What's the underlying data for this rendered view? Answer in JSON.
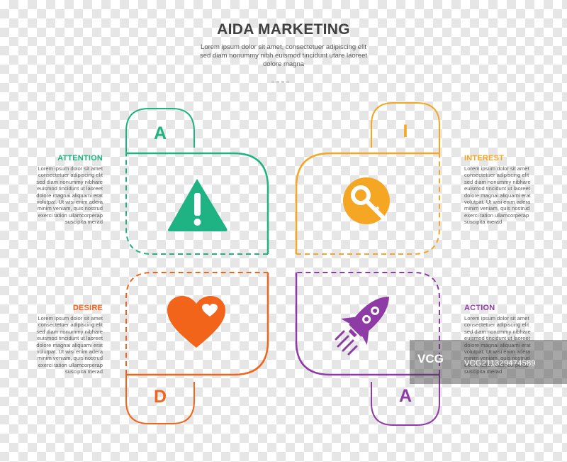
{
  "header": {
    "title": "AIDA MARKETING",
    "subtitle": "Lorem ipsum dolor sit amet, consectetuer adipiscing elit sed diam nonummy nibh euismod tincidunt utare laoreet dolore magna"
  },
  "colors": {
    "attention": "#1fb384",
    "interest": "#f5a623",
    "desire": "#f26419",
    "action": "#8e3ba6"
  },
  "steps": {
    "attention": {
      "letter": "A",
      "title": "ATTENTION",
      "text": "Lorem ipsum dolor sit amet consectetuer adipiscing elit sed diam nonummy nibhare euismod tincidunt ut laoreet dolore magnai aliquami erat volutpat. Ut wisi enim adera minim veniam, quis nostrud exerci tation ullamcorperap suscipita merad",
      "icon": "warning-icon"
    },
    "interest": {
      "letter": "I",
      "title": "INTEREST",
      "text": "Lorem ipsum dolor sit amet consectetuer adipiscing elit sed diam nonummy nibhare euismod tincidunt ut laoreet dolore magnai aliquami erat volutpat. Ut wisi enim adera minim veniam, quis nostrud exerci tation ullamcorperap suscipita merad",
      "icon": "search-key-icon"
    },
    "desire": {
      "letter": "D",
      "title": "DESIRE",
      "text": "Lorem ipsum dolor sit amet consectetuer adipiscing elit sed diam nonummy nibhare euismod tincidunt ut laoreet dolore magnai aliquami erat volutpat. Ut wisi enim adera minim veniam, quis nostrud exerci tation ullamcorperap suscipita merad",
      "icon": "heart-icon"
    },
    "action": {
      "letter": "A",
      "title": "ACTION",
      "text": "Lorem ipsum dolor sit amet consectetuer adipiscing elit sed diam nonummy nibhare euismod tincidunt ut laoreet dolore magnai aliquami erat volutpat. Ut wisi enim adera minim veniam, quis nostrud exerci tation ullamcorperap suscipita merad",
      "icon": "rocket-icon"
    }
  },
  "watermark": {
    "logo": "VCG",
    "id": "VCG211329474589"
  }
}
